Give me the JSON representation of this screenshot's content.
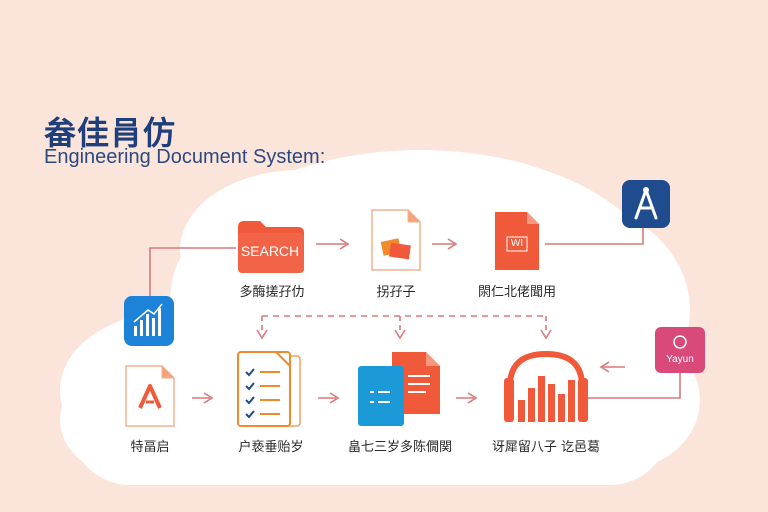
{
  "header": {
    "title_zh": "畚佳肙仿",
    "title_en": "Engineering Document System:"
  },
  "row1": {
    "search_folder": {
      "text": "SEARCH",
      "label": "多酶搓孖仂"
    },
    "doc_shapes": {
      "label": "拐孖子"
    },
    "wi_doc": {
      "text": "WI",
      "label": "閖仁北佬聞用"
    }
  },
  "row2": {
    "pdf_doc": {
      "label": "特畐启"
    },
    "checklist": {
      "label": "户亵垂贻岁"
    },
    "merged_docs": {
      "label": "畠七三岁多陈僩関"
    },
    "audio_chart": {
      "label": "讶犀留八子 讫邑葛"
    }
  },
  "side": {
    "chart_app": {
      "name": "bar-chart-app"
    },
    "a_app": {
      "name": "compass-a-app",
      "letter": "A"
    },
    "yayun_app": {
      "text": "Yayun"
    }
  },
  "colors": {
    "background": "#fbe4da",
    "cloud": "#ffffff",
    "accent_orange": "#f05a3a",
    "title_blue": "#1f3f7a",
    "connector": "#d97a7a",
    "app_blue": "#1c83d8",
    "app_navy": "#1f4b8f",
    "app_pink": "#d94a7a"
  }
}
